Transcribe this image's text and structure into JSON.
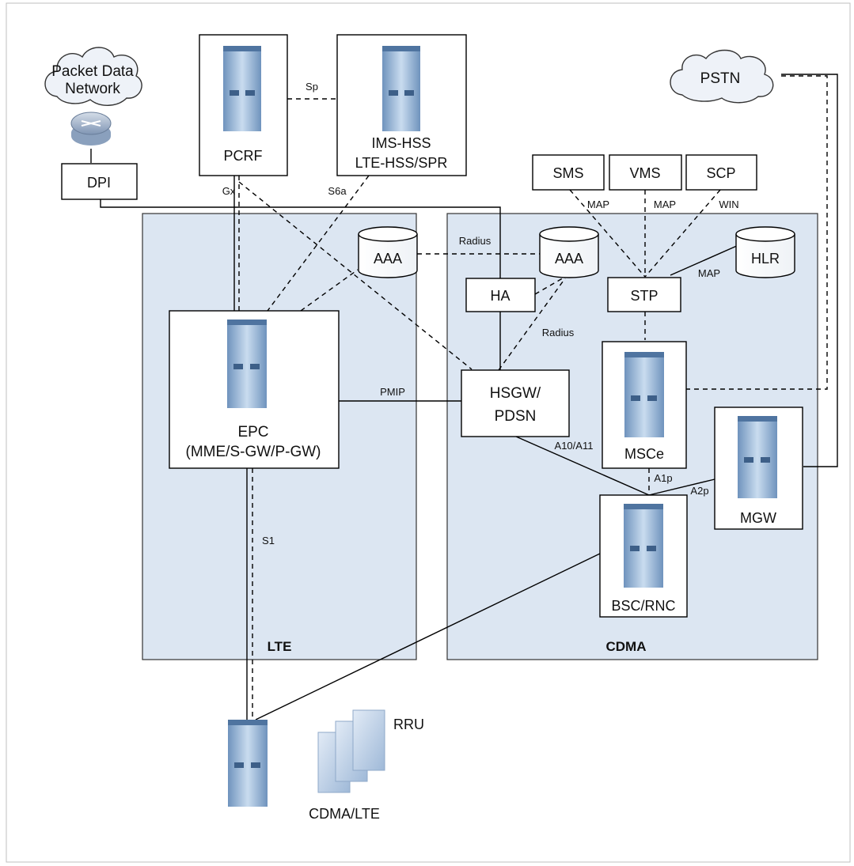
{
  "diagram": {
    "regions": {
      "lte": "LTE",
      "cdma": "CDMA"
    },
    "nodes": {
      "pdn_line1": "Packet Data",
      "pdn_line2": "Network",
      "dpi": "DPI",
      "pcrf": "PCRF",
      "ims_hss_line1": "IMS-HSS",
      "ims_hss_line2": "LTE-HSS/SPR",
      "pstn": "PSTN",
      "sms": "SMS",
      "vms": "VMS",
      "scp": "SCP",
      "aaa_lte": "AAA",
      "aaa_cdma": "AAA",
      "hlr": "HLR",
      "ha": "HA",
      "stp": "STP",
      "epc_line1": "EPC",
      "epc_line2": "(MME/S-GW/P-GW)",
      "hsgw_line1": "HSGW/",
      "hsgw_line2": "PDSN",
      "msce": "MSCe",
      "mgw": "MGW",
      "bsc": "BSC/RNC",
      "rru": "RRU",
      "bts": "CDMA/LTE"
    },
    "interfaces": {
      "sp": "Sp",
      "gx": "Gx",
      "s6a": "S6a",
      "radius_top": "Radius",
      "radius_mid": "Radius",
      "map1": "MAP",
      "map2": "MAP",
      "win": "WIN",
      "map_hlr": "MAP",
      "pmip": "PMIP",
      "a10": "A10/A11",
      "a1p": "A1p",
      "a2p": "A2p",
      "s1": "S1"
    },
    "colors": {
      "region_fill": "#dce6f2",
      "line": "#000000",
      "server_dark": "#5a7fa8",
      "server_light": "#bcd3ea"
    },
    "icons": [
      "cloud-icon",
      "router-icon",
      "server-icon",
      "database-icon",
      "rru-icon"
    ]
  }
}
